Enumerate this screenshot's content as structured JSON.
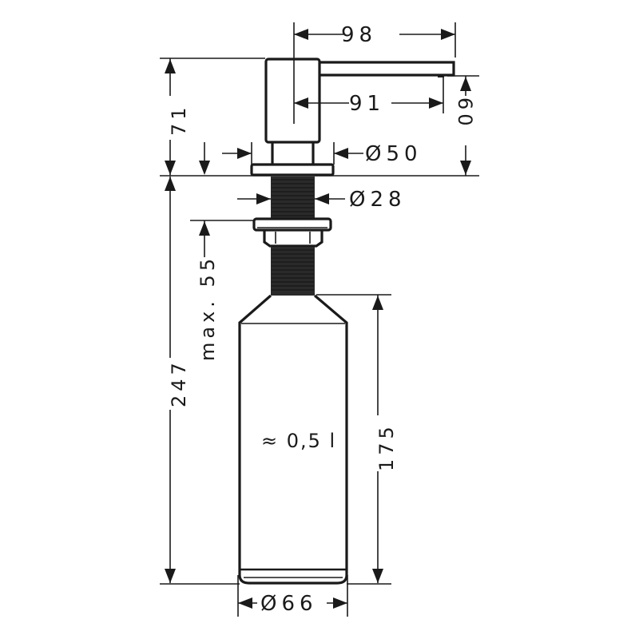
{
  "drawing": {
    "subject": "soap dispenser technical drawing",
    "units": "mm",
    "ink_color": "#1a1a1a",
    "background": "#ffffff"
  },
  "dimensions": {
    "spout_reach": "98",
    "spout_reach_center": "91",
    "pump_height": "71",
    "spout_height": "60",
    "base_diameter": "Ø50",
    "thread_diameter": "Ø28",
    "max_counter_thickness": "max. 55",
    "total_length_below": "247",
    "bottle_height": "175",
    "bottle_diameter": "Ø66"
  },
  "labels": {
    "volume": "≈ 0,5 l"
  }
}
